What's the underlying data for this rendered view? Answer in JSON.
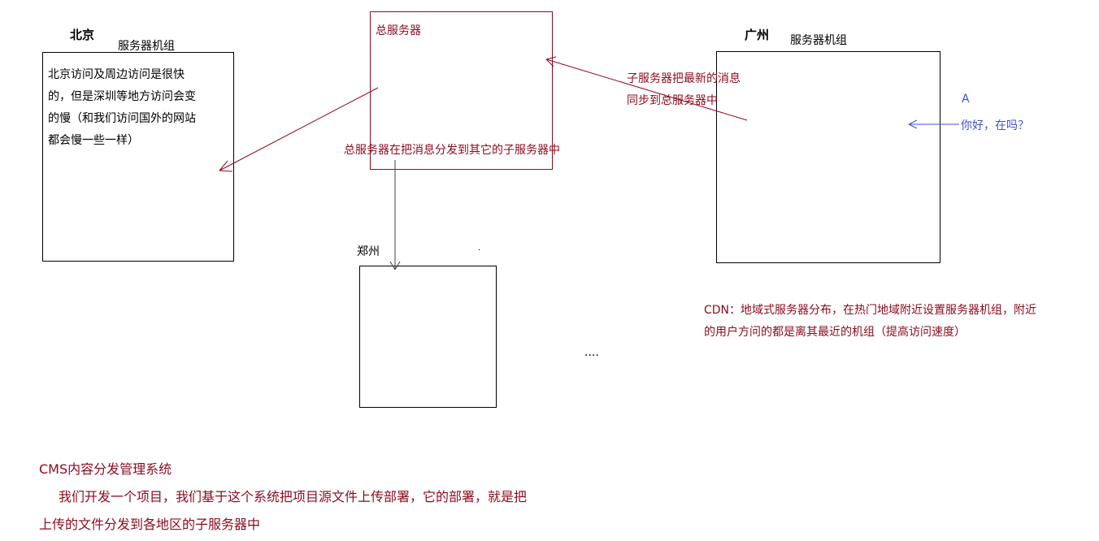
{
  "beijing": {
    "title": "北京",
    "subtitle": "服务器机组",
    "desc_lines": [
      "北京访问及周边访问是很快",
      "的，但是深圳等地方访问会变",
      "的慢（和我们访问国外的网站",
      "都会慢一些一样）"
    ]
  },
  "central": {
    "title": "总服务器",
    "dispatch_note": "总服务器在把消息分发到其它的子服务器中"
  },
  "guangzhou": {
    "title": "广州",
    "subtitle": "服务器机组",
    "sync_note_lines": [
      "子服务器把最新的消息",
      "同步到总服务器中"
    ]
  },
  "user": {
    "label": "A",
    "message": "你好，在吗？"
  },
  "zhengzhou": {
    "title": "郑州",
    "dot": ".",
    "ellipsis": "...."
  },
  "cdn_note_lines": [
    "CDN：地域式服务器分布，在热门地域附近设置服务器机组，附近",
    "的用户方问的都是离其最近的机组（提高访问速度）"
  ],
  "cms": {
    "title": "CMS内容分发管理系统",
    "lines": [
      "我们开发一个项目，我们基于这个系统把项目源文件上传部署，它的部署，就是把",
      "上传的文件分发到各地区的子服务器中"
    ]
  },
  "colors": {
    "annotation": "#8b0a1e",
    "user": "#4050d0"
  }
}
